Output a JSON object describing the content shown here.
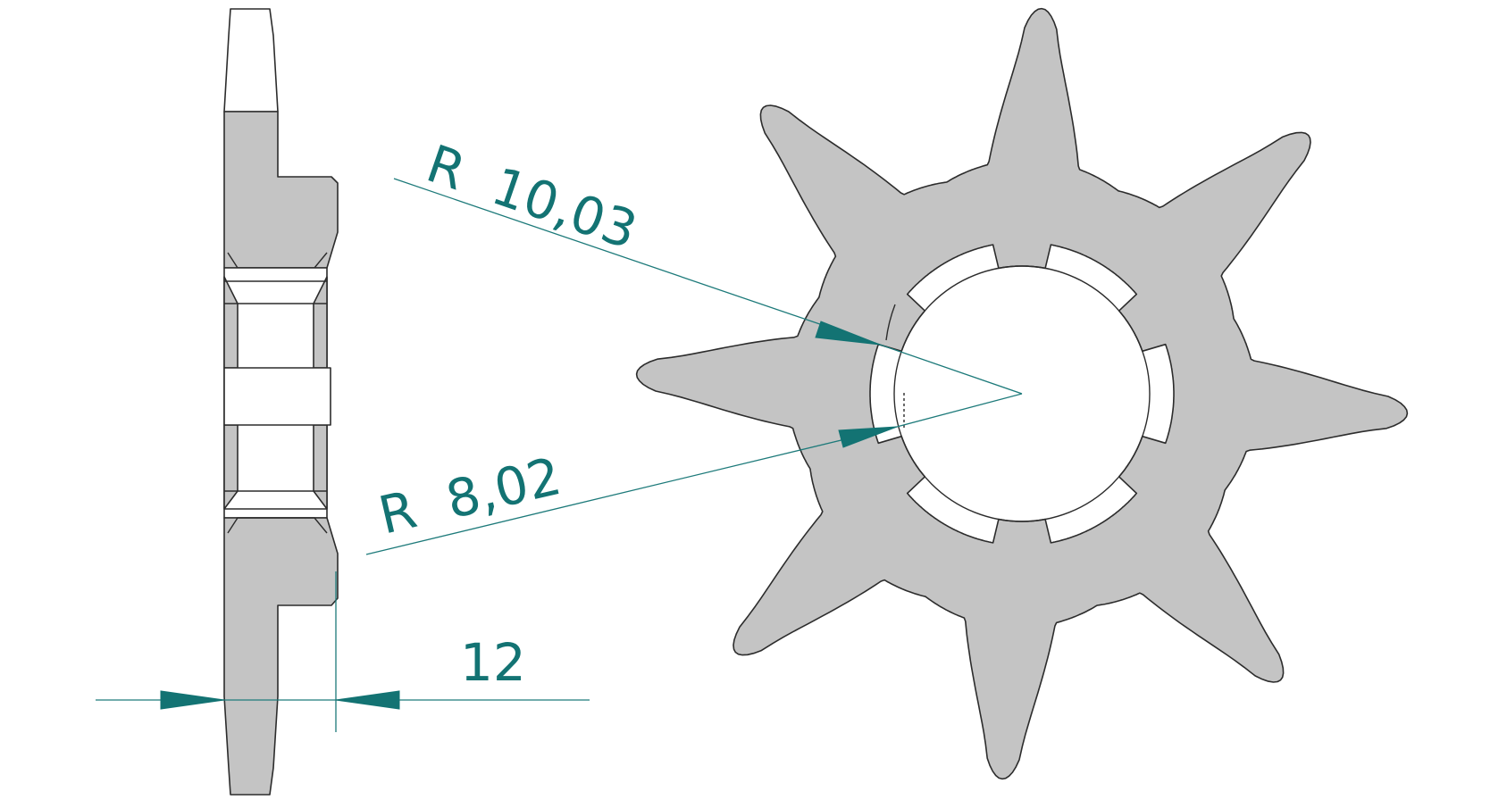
{
  "drawing": {
    "views": [
      "side-view",
      "front-view"
    ],
    "sprocket": {
      "teeth": 8,
      "inner_spline_slots": 6
    }
  },
  "dimensions": {
    "outer_radius_label": "R  10,03",
    "inner_radius_label": "R  8,02",
    "thickness_label": "12"
  },
  "colors": {
    "part_fill": "#c4c4c4",
    "outline": "#2c2c2c",
    "dimension": "#137373",
    "background": "#ffffff"
  }
}
